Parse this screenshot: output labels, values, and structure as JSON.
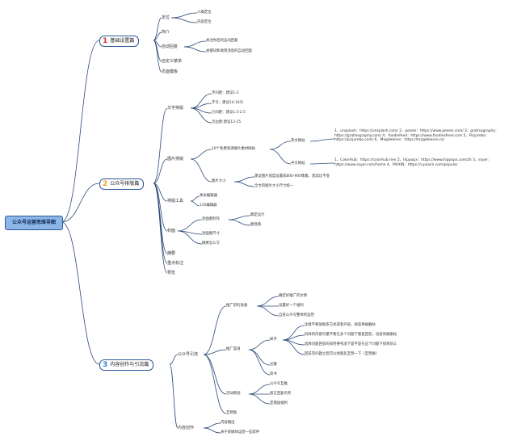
{
  "root": "公众号运营思维导图",
  "sections": [
    {
      "num": "1",
      "num_color": "#e0322c",
      "label": "基础设置篇",
      "children": [
        {
          "label": "定位",
          "children": [
            "人群定位",
            "内容定位"
          ]
        },
        {
          "label": "简介"
        },
        {
          "label": "自动回复",
          "children": [
            "关注你后的自动回复",
            "关键词和收到消息的自动回复"
          ]
        },
        {
          "label": "自定义菜单"
        },
        {
          "label": "页面模板"
        }
      ]
    },
    {
      "num": "2",
      "num_color": "#f0a11b",
      "label": "公众号排版篇",
      "children": [
        {
          "label": "文字排版",
          "children": [
            "字间距：建议1-2",
            "字号：建议14-16号",
            "行间距：建议1.5-2.5",
            "页边距:建议12-15"
          ]
        },
        {
          "label": "图片排版",
          "children": [
            {
              "label": "10个免费高清图片素材网站",
              "children": [
                {
                  "label": "英文网站",
                  "text": "1、unsplash：https://unsplash.com/ 2、pexels：https://www.pexels.com/ 3、gratisography：https://gratisography.com/ 4、foodiefeed：https://www.foodiesfeed.com 5、Picjumbo：https://picjumbo.com/ 6、Magdeleine：https://magdeleine.co/"
                },
                {
                  "label": "中文网站",
                  "text": "1、ColorHub：https://colorhub.me/ 2、hippopx：https://www.hippopx.com/zh 3、ssyer：https://www.ssyer.com/home 4、PAIXIN：https://v.paixin.com/popular"
                }
              ]
            },
            {
              "label": "图片大小",
              "children": [
                "建议图片宽度设置成800-900像素，宽高比不变",
                "全文的图片大小尺寸统一"
              ]
            }
          ]
        },
        {
          "label": "排版工具",
          "children": [
            "秀米编辑器",
            "135编辑器"
          ]
        },
        {
          "label": "封面",
          "children": [
            {
              "label": "封面图制作",
              "children": [
                "稿定设计",
                "图怪兽"
              ]
            },
            "封面图尺寸",
            "摘要怎么写"
          ]
        },
        {
          "label": "摘要"
        },
        {
          "label": "重点标注"
        },
        {
          "label": "预览"
        }
      ]
    },
    {
      "num": "3",
      "num_color": "#3b7fd4",
      "label": "内容创作与引流篇",
      "children": [
        {
          "label": "公众号引流",
          "children": [
            {
              "label": "推广前的准备",
              "children": [
                "确定好推广的文章",
                "设置好一个福利",
                "自查公众号整体的运营"
              ]
            },
            {
              "label": "推广渠道",
              "children": [
                {
                  "label": "知乎",
                  "children": [
                    "注意不要放联系方式或者外链，很容易被删帖",
                    "同样的内容尽量不要在多个问题下重复回答，也容易被删帖",
                    "选择问题回答的同时要考虑下是不是在这个问题下排到前三",
                    "回答完问题之后可以找朋友互赞一下（互赞群）"
                  ]
                },
                {
                  "label": "豆瓣"
                },
                {
                  "label": "简书"
                }
              ]
            },
            {
              "label": "活动策划",
              "children": [
                "公众号互推",
                "留言回复有奖",
                "定期送福利"
              ]
            },
            {
              "label": "互赞群"
            }
          ]
        },
        {
          "label": "内容创作",
          "children": [
            "内容输出",
            "关于新媒体运营一些软件"
          ]
        }
      ]
    }
  ]
}
